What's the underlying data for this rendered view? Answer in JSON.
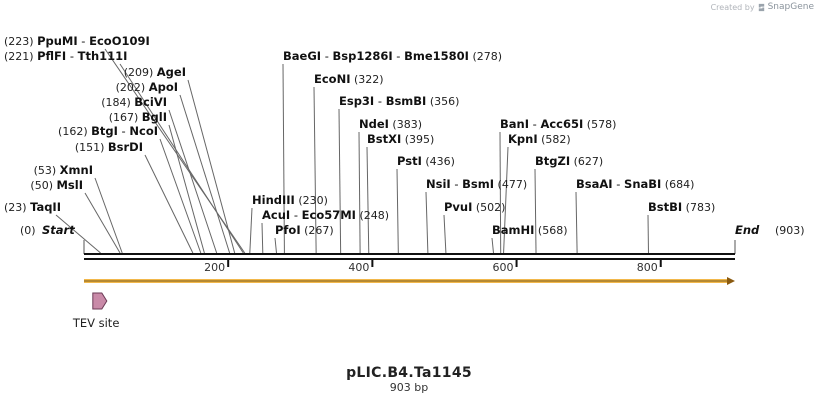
{
  "header": {
    "created_by": "Created by",
    "brand": "SnapGene"
  },
  "map": {
    "total_bp": 903,
    "start_label": "Start",
    "end_label": "End",
    "start_pos": "(0)",
    "end_pos": "(903)",
    "ticks": [
      200,
      400,
      600,
      800
    ],
    "enzymes": [
      {
        "pos": 23,
        "names": [
          "TaqII"
        ],
        "pos_text": "(23)",
        "pos_side": "left"
      },
      {
        "pos": 50,
        "names": [
          "MslI"
        ],
        "pos_text": "(50)",
        "pos_side": "left"
      },
      {
        "pos": 53,
        "names": [
          "XmnI"
        ],
        "pos_text": "(53)",
        "pos_side": "left"
      },
      {
        "pos": 151,
        "names": [
          "BsrDI"
        ],
        "pos_text": "(151)",
        "pos_side": "left"
      },
      {
        "pos": 162,
        "names": [
          "BtgI",
          "NcoI"
        ],
        "pos_text": "(162)",
        "pos_side": "left"
      },
      {
        "pos": 167,
        "names": [
          "BglI"
        ],
        "pos_text": "(167)",
        "pos_side": "left"
      },
      {
        "pos": 184,
        "names": [
          "BciVI"
        ],
        "pos_text": "(184)",
        "pos_side": "left"
      },
      {
        "pos": 202,
        "names": [
          "ApoI"
        ],
        "pos_text": "(202)",
        "pos_side": "left"
      },
      {
        "pos": 209,
        "names": [
          "AgeI"
        ],
        "pos_text": "(209)",
        "pos_side": "left"
      },
      {
        "pos": 221,
        "names": [
          "PflFI",
          "Tth111I"
        ],
        "pos_text": "(221)",
        "pos_side": "left"
      },
      {
        "pos": 223,
        "names": [
          "PpuMI",
          "EcoO109I"
        ],
        "pos_text": "(223)",
        "pos_side": "left"
      },
      {
        "pos": 230,
        "names": [
          "HindIII"
        ],
        "pos_text": "(230)",
        "pos_side": "right"
      },
      {
        "pos": 248,
        "names": [
          "AcuI",
          "Eco57MI"
        ],
        "pos_text": "(248)",
        "pos_side": "right"
      },
      {
        "pos": 267,
        "names": [
          "PfoI"
        ],
        "pos_text": "(267)",
        "pos_side": "right"
      },
      {
        "pos": 278,
        "names": [
          "BaeGI",
          "Bsp1286I",
          "Bme1580I"
        ],
        "pos_text": "(278)",
        "pos_side": "right"
      },
      {
        "pos": 322,
        "names": [
          "EcoNI"
        ],
        "pos_text": "(322)",
        "pos_side": "right"
      },
      {
        "pos": 356,
        "names": [
          "Esp3I",
          "BsmBI"
        ],
        "pos_text": "(356)",
        "pos_side": "right"
      },
      {
        "pos": 383,
        "names": [
          "NdeI"
        ],
        "pos_text": "(383)",
        "pos_side": "right"
      },
      {
        "pos": 395,
        "names": [
          "BstXI"
        ],
        "pos_text": "(395)",
        "pos_side": "right"
      },
      {
        "pos": 436,
        "names": [
          "PstI"
        ],
        "pos_text": "(436)",
        "pos_side": "right"
      },
      {
        "pos": 477,
        "names": [
          "NsiI",
          "BsmI"
        ],
        "pos_text": "(477)",
        "pos_side": "right"
      },
      {
        "pos": 502,
        "names": [
          "PvuI"
        ],
        "pos_text": "(502)",
        "pos_side": "right"
      },
      {
        "pos": 568,
        "names": [
          "BamHI"
        ],
        "pos_text": "(568)",
        "pos_side": "right"
      },
      {
        "pos": 578,
        "names": [
          "BanI",
          "Acc65I"
        ],
        "pos_text": "(578)",
        "pos_side": "right"
      },
      {
        "pos": 582,
        "names": [
          "KpnI"
        ],
        "pos_text": "(582)",
        "pos_side": "right"
      },
      {
        "pos": 627,
        "names": [
          "BtgZI"
        ],
        "pos_text": "(627)",
        "pos_side": "right"
      },
      {
        "pos": 684,
        "names": [
          "BsaAI",
          "SnaBI"
        ],
        "pos_text": "(684)",
        "pos_side": "right"
      },
      {
        "pos": 783,
        "names": [
          "BstBI"
        ],
        "pos_text": "(783)",
        "pos_side": "right"
      }
    ],
    "features": [
      {
        "label": "TEV site",
        "color": "#c98aa8",
        "pos": 15
      }
    ],
    "orf_color": "#f2b84b"
  },
  "sequence": {
    "name": "pLIC.B4.Ta1145",
    "length": "903 bp"
  }
}
